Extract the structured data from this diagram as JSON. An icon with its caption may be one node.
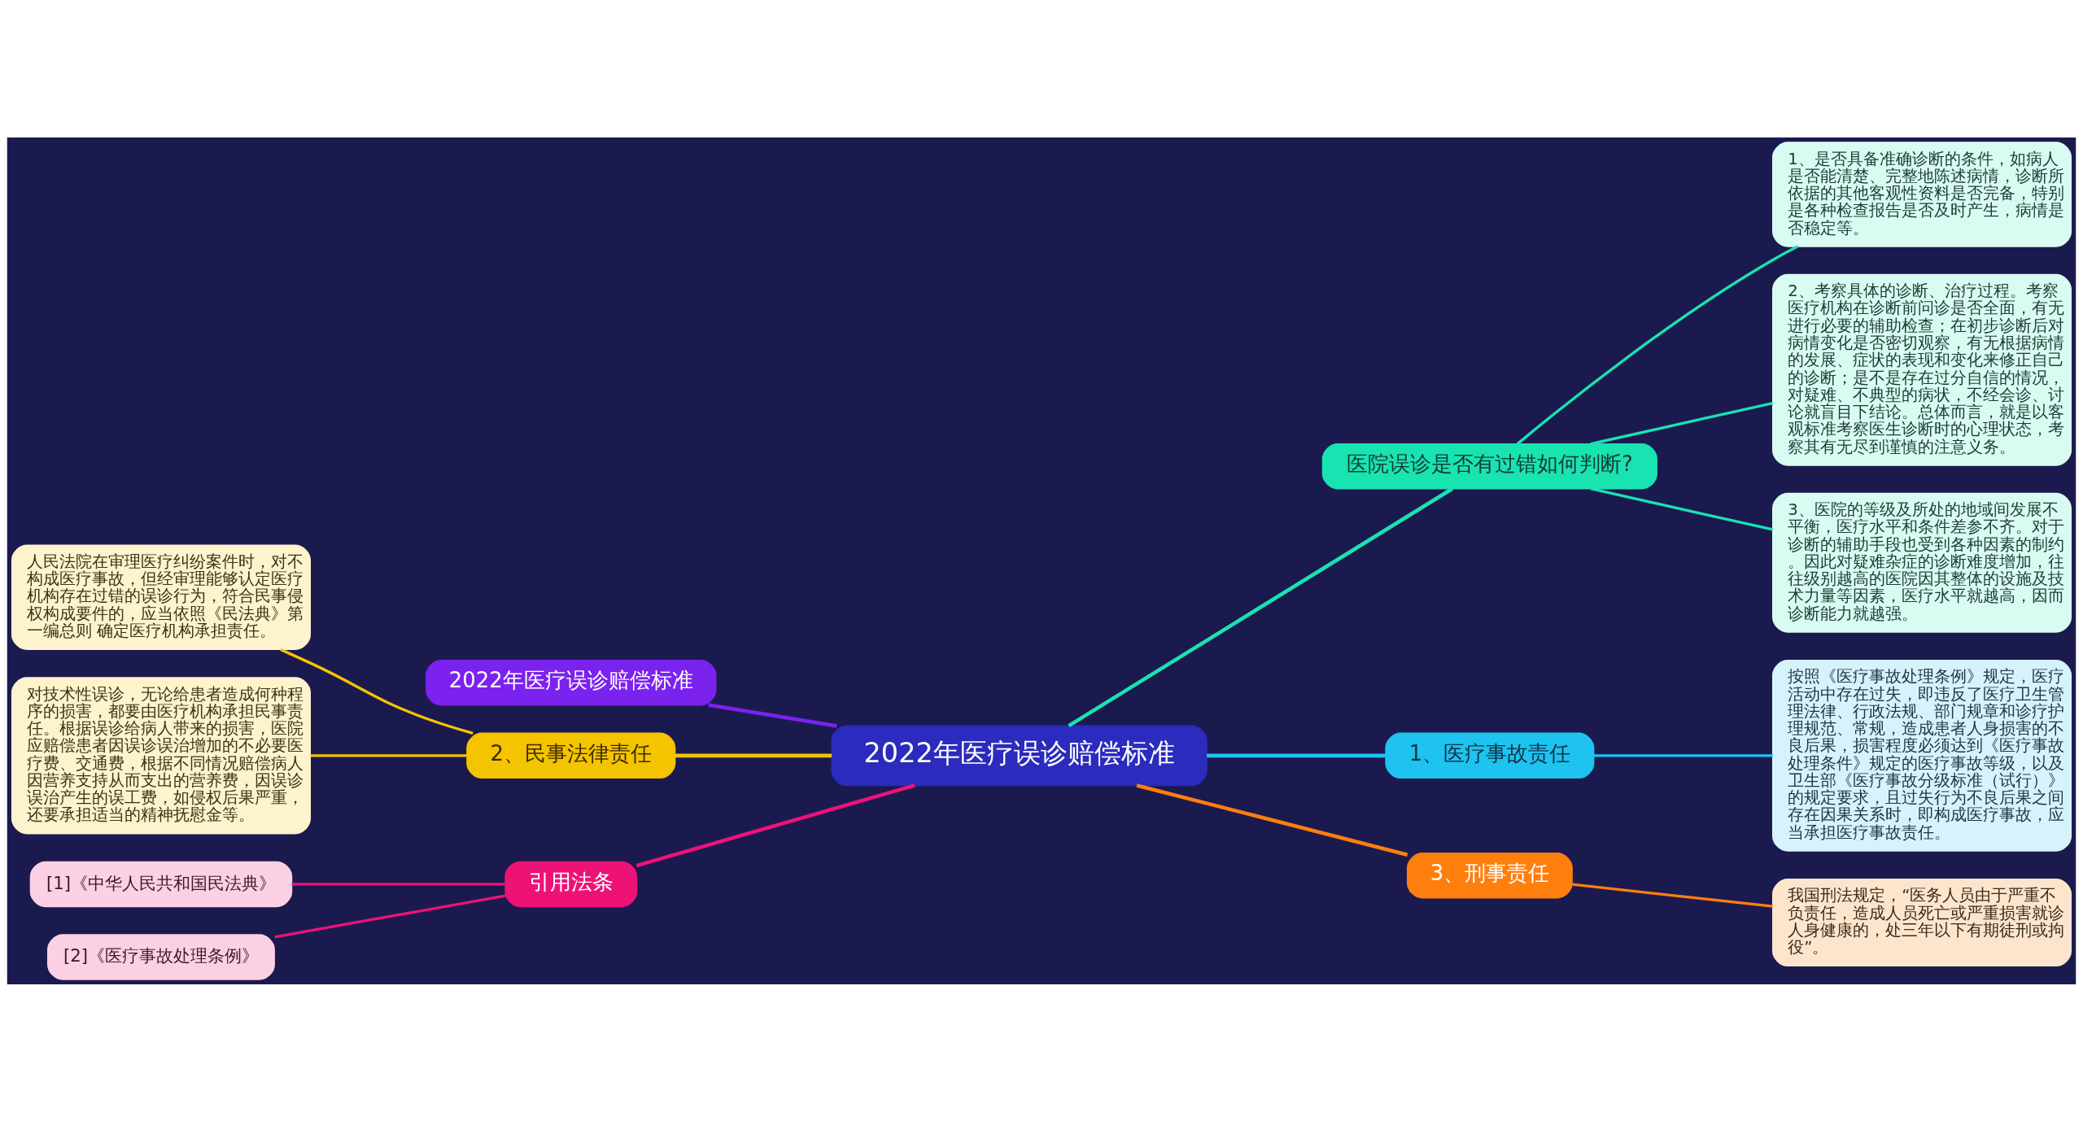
{
  "diagram": {
    "nodes": [
      {
        "text": [
          "2022年医疗误诊赔偿标准"
        ]
      },
      {
        "text": [
          "医院误诊是否有过错如何判断?"
        ]
      },
      {
        "text": [
          "1、是否具备准确诊断的条件，如病人是否能清楚、完整地陈述病情，诊断所依据的其他客观性资料是否完备，特别是各种检查报告是否及时产生，病情是否稳定等。"
        ]
      },
      {
        "text": [
          "2、考察具体的诊断、治疗过程。考察医疗机构在诊断前问诊是否全面，有无进行必要的辅助检查；在初步诊断后对病情变化是否密切观察，有无根据病情的发展、症状的表现和变化来修正自己的诊断；是不是存在过分自信的情况，对疑难、不典型的病状，不经会诊、讨论就盲目下结论。总体而言，就是以客观标准考察医生诊断时的心理状态，考察其有无尽到谨慎的注意义务。"
        ]
      },
      {
        "text": [
          "3、医院的等级及所处的地域间发展不平衡，医疗水平和条件差参不齐。对于诊断的辅助手段也受到各种因素的制约。因此对疑难杂症的诊断难度增加，往往级别越高的医院因其整体的设施及技术力量等因素，医疗水平就越高，因而诊断能力就越强。"
        ]
      },
      {
        "text": [
          "1、医疗事故责任"
        ]
      },
      {
        "text": [
          "按照《医疗事故处理条例》规定，医疗活动中存在过失，即违反了医疗卫生管理法律、行政法规、部门规章和诊疗护理规范、常规，造成患者人身损害的不良后果，损害程度必须达到《医疗事故处理条件》规定的医疗事故等级，以及卫生部《医疗事故分级标准（试行）》的规定要求，且过失行为不良后果之间存在因果关系时，即构成医疗事故，应当承担医疗事故责任。"
        ]
      },
      {
        "text": [
          "3、刑事责任"
        ]
      },
      {
        "text": [
          "我国刑法规定，“医务人员由于严重不负责任，造成人员死亡或严重损害就诊人身健康的，处三年以下有期徒刑或拘役”。"
        ]
      },
      {
        "text": [
          "2022年医疗误诊赔偿标准"
        ]
      },
      {
        "text": [
          "2、民事法律责任"
        ]
      },
      {
        "text": [
          "人民法院在审理医疗纠纷案件时，对不构成医疗事故，但经审理能够认定医疗机构存在过错的误诊行为，符合民事侵权构成要件的，应当依照《民法典》第一编总则 确定医疗机构承担责任。"
        ]
      },
      {
        "text": [
          "对技术性误诊，无论给患者造成何种程序的损害，都要由医疗机构承担民事责任。根据误诊给病人带来的损害，医院应赔偿患者因误诊误治增加的不必要医疗费、交通费，根据不同情况赔偿病人因营养支持从而支出的营养费，因误诊误治产生的误工费，如侵权后果严重，还要承担适当的精神抚慰金等。"
        ]
      },
      {
        "text": [
          "引用法条"
        ]
      },
      {
        "text": [
          "[1]《中华人民共和国民法典》"
        ]
      },
      {
        "text": [
          "[2]《医疗事故处理条例》"
        ]
      }
    ],
    "edges": [
      {
        "from": 0,
        "to": 1,
        "arrow": "none"
      },
      {
        "from": 1,
        "to": 2,
        "arrow": "none"
      },
      {
        "from": 1,
        "to": 3,
        "arrow": "none"
      },
      {
        "from": 1,
        "to": 4,
        "arrow": "none"
      },
      {
        "from": 0,
        "to": 5,
        "arrow": "none",
        "color": "#1ec3f0"
      },
      {
        "from": 5,
        "to": 6,
        "arrow": "none",
        "color": "#1ec3f0"
      },
      {
        "from": 0,
        "to": 7,
        "arrow": "none",
        "color": "#ff7f0e"
      },
      {
        "from": 7,
        "to": 8,
        "arrow": "none",
        "color": "#ff7f0e"
      },
      {
        "from": 0,
        "to": 9,
        "arrow": "none",
        "color": "#7b22ee"
      },
      {
        "from": 0,
        "to": 10,
        "arrow": "none",
        "color": "#f5c400"
      },
      {
        "from": 10,
        "to": 11,
        "arrow": "none",
        "color": "#f5c400"
      },
      {
        "from": 10,
        "to": 12,
        "arrow": "none",
        "color": "#f5c400"
      },
      {
        "from": 0,
        "to": 13,
        "arrow": "none",
        "color": "#ee1277"
      },
      {
        "from": 13,
        "to": 14,
        "arrow": "none",
        "color": "#ee1277"
      },
      {
        "from": 13,
        "to": 15,
        "arrow": "none",
        "color": "#ee1277"
      }
    ]
  }
}
